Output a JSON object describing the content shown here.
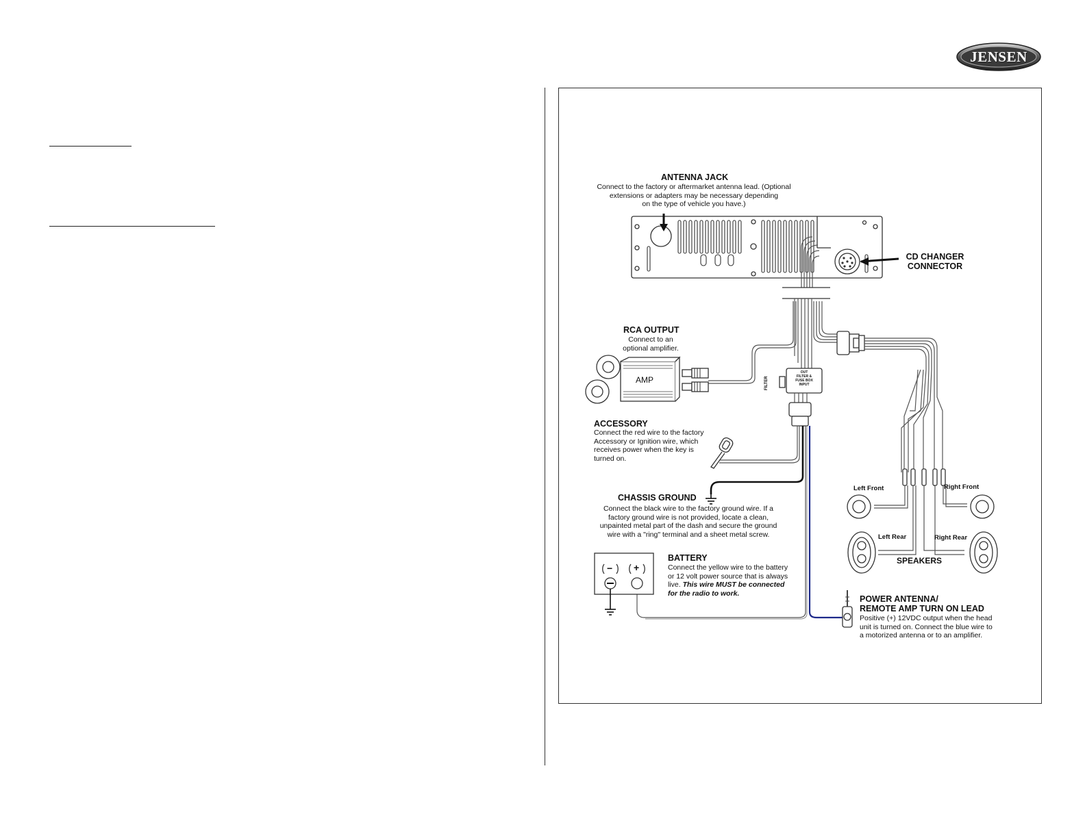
{
  "brand": {
    "logo_text": "JENSEN"
  },
  "diagram": {
    "antenna_jack": {
      "title": "ANTENNA JACK",
      "lines": [
        "Connect to the factory or aftermarket antenna lead. (Optional",
        "extensions or adapters may be necessary depending",
        "on the type of vehicle you have.)"
      ]
    },
    "cd_changer": {
      "line1": "CD CHANGER",
      "line2": "CONNECTOR"
    },
    "rca_output": {
      "title": "RCA OUTPUT",
      "lines": [
        "Connect to an",
        "optional amplifier."
      ],
      "amp_label": "AMP"
    },
    "filter": {
      "side_label": "FILTER",
      "box_lines": [
        "OUT",
        "FILTER &",
        "FUSE BOX",
        "INPUT"
      ]
    },
    "accessory": {
      "title": "ACCESSORY",
      "lines": [
        "Connect the red wire to the factory",
        "Accessory or Ignition wire, which",
        "receives power when the key is",
        "turned on."
      ]
    },
    "chassis_ground": {
      "title": "CHASSIS GROUND",
      "lines": [
        "Connect the black wire to the factory ground wire. If a",
        "factory ground wire is not provided, locate a clean,",
        "unpainted metal part of the dash and secure the ground",
        "wire with a \"ring\" terminal and a sheet metal screw."
      ]
    },
    "battery": {
      "title": "BATTERY",
      "lines": [
        "Connect the yellow wire to the battery",
        "or 12 volt power source that is always"
      ],
      "line3_plain": "live. ",
      "line3_emph": "This wire MUST be connected",
      "line4_emph": "for the radio to work.",
      "minus_symbol": "−",
      "plus_symbol": "+"
    },
    "power_antenna": {
      "title1": "POWER ANTENNA/",
      "title2": "REMOTE AMP TURN ON LEAD",
      "lines": [
        "Positive (+) 12VDC output when the head",
        "unit is turned on. Connect the blue wire to",
        "a motorized antenna or to an amplifier."
      ]
    },
    "speakers": {
      "left_front": "Left Front",
      "right_front": "Right Front",
      "left_rear": "Left Rear",
      "right_rear": "Right Rear",
      "title": "SPEAKERS"
    }
  }
}
